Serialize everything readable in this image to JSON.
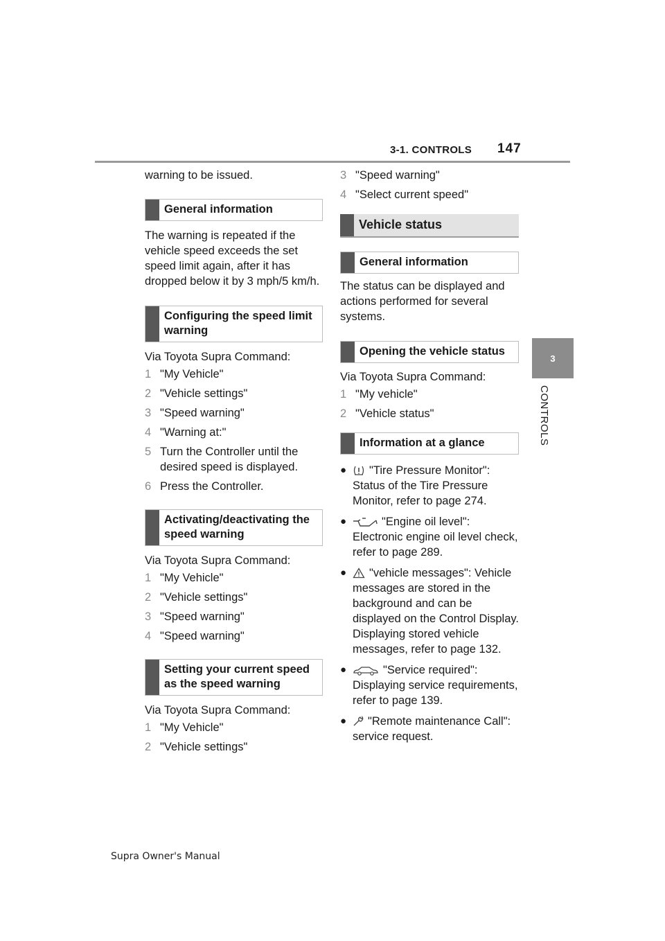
{
  "header": {
    "section": "3-1. CONTROLS",
    "page_number": "147"
  },
  "side_tab": {
    "number": "3",
    "label": "CONTROLS"
  },
  "left": {
    "intro": "warning to be issued.",
    "h_general": "General information",
    "p_general": "The warning is repeated if the vehicle speed exceeds the set speed limit again, after it has dropped below it by 3 mph/5 km/h.",
    "h_configure": "Configuring the speed limit warning",
    "via1": "Via Toyota Supra Command:",
    "steps1": [
      {
        "n": "1",
        "t": "\"My Vehicle\""
      },
      {
        "n": "2",
        "t": "\"Vehicle settings\""
      },
      {
        "n": "3",
        "t": "\"Speed warning\""
      },
      {
        "n": "4",
        "t": "\"Warning at:\""
      },
      {
        "n": "5",
        "t": "Turn the Controller until the desired speed is displayed."
      },
      {
        "n": "6",
        "t": "Press the Controller."
      }
    ],
    "h_activate": "Activating/deactivating the speed warning",
    "via2": "Via Toyota Supra Command:",
    "steps2": [
      {
        "n": "1",
        "t": "\"My Vehicle\""
      },
      {
        "n": "2",
        "t": "\"Vehicle settings\""
      },
      {
        "n": "3",
        "t": "\"Speed warning\""
      },
      {
        "n": "4",
        "t": "\"Speed warning\""
      }
    ],
    "h_current": "Setting your current speed as the speed warning",
    "via3": "Via Toyota Supra Command:",
    "steps3": [
      {
        "n": "1",
        "t": "\"My Vehicle\""
      },
      {
        "n": "2",
        "t": "\"Vehicle settings\""
      }
    ]
  },
  "right": {
    "steps0": [
      {
        "n": "3",
        "t": "\"Speed warning\""
      },
      {
        "n": "4",
        "t": "\"Select current speed\""
      }
    ],
    "h_vehicle_status": "Vehicle status",
    "h_general": "General information",
    "p_general": "The status can be displayed and actions performed for several systems.",
    "h_opening": "Opening the vehicle status",
    "via": "Via Toyota Supra Command:",
    "steps": [
      {
        "n": "1",
        "t": "\"My vehicle\""
      },
      {
        "n": "2",
        "t": "\"Vehicle status\""
      }
    ],
    "h_glance": "Information at a glance",
    "bullets": [
      {
        "icon": "tire-pressure-icon",
        "t": "\"Tire Pressure Monitor\": Status of the Tire Pressure Monitor, refer to page 274."
      },
      {
        "icon": "oil-can-icon",
        "t": "\"Engine oil level\": Electronic engine oil level check, refer to page 289."
      },
      {
        "icon": "warning-triangle-icon",
        "t": "\"vehicle messages\": Vehicle messages are stored in the background and can be displayed on the Control Display. Displaying stored vehicle messages, refer to page 132."
      },
      {
        "icon": "car-service-icon",
        "t": "\"Service required\": Displaying service requirements, refer to page 139."
      },
      {
        "icon": "wrench-icon",
        "t": "\"Remote maintenance Call\": service request."
      }
    ]
  },
  "footer": {
    "text": "Supra Owner's Manual"
  }
}
